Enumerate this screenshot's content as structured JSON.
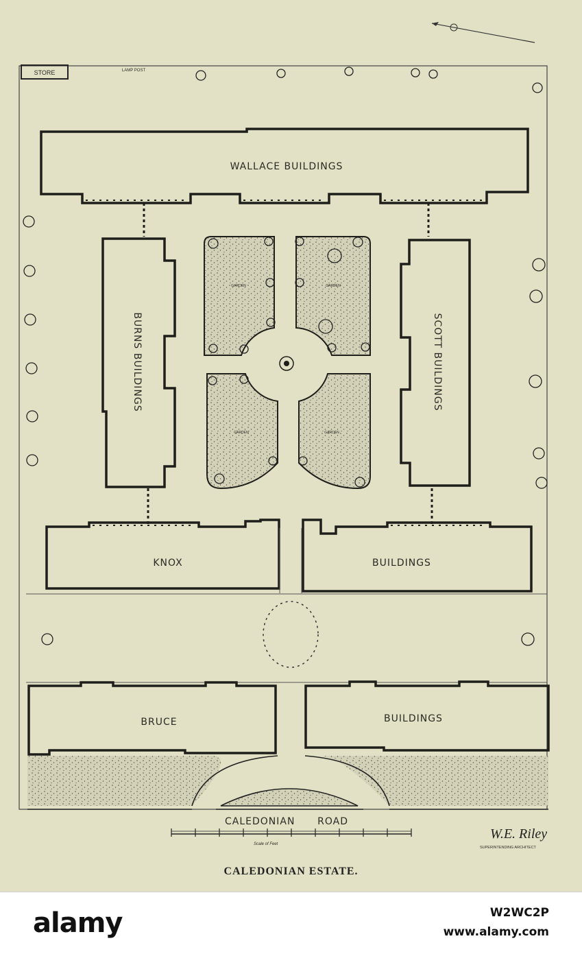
{
  "plan": {
    "labels": {
      "store": "STORE",
      "lamp_post": "LAMP POST",
      "wallace": "WALLACE BUILDINGS",
      "burns": "BURNS BUILDINGS",
      "scott": "SCOTT BUILDINGS",
      "knox": "KNOX",
      "knox_buildings": "BUILDINGS",
      "bruce": "BRUCE",
      "bruce_buildings": "BUILDINGS",
      "road": "CALEDONIAN      ROAD",
      "scale": "Scale of Feet",
      "garden": "GARDEN",
      "signature": "W.E. Riley",
      "signature_title": "SUPERINTENDING ARCHITECT"
    },
    "caption": "CALEDONIAN ESTATE."
  },
  "stock": {
    "logo": "alamy",
    "image_id": "W2WC2P",
    "url": "www.alamy.com"
  },
  "colors": {
    "paper": "#e3e1c5",
    "ink": "#1e1e1a",
    "garden_fill": "#d2d0b6"
  }
}
